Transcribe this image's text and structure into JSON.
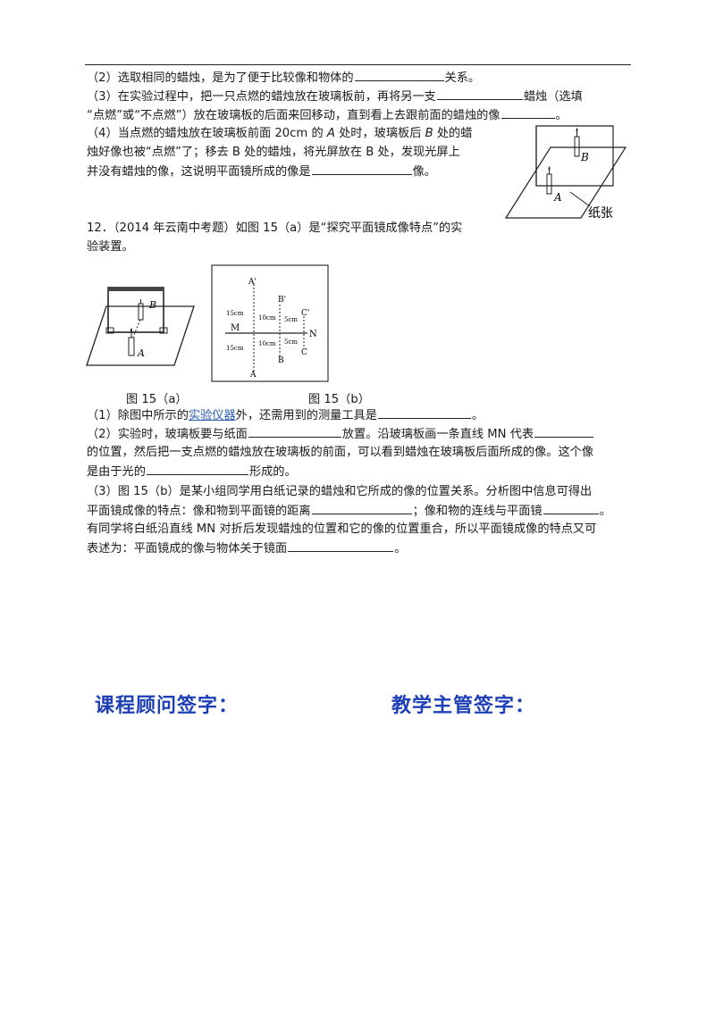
{
  "q11": {
    "p2": {
      "a": "（2）选取相同的蜡烛，是为了便于比较像和物体的",
      "b": "关系。"
    },
    "p3": {
      "a": "（3）在实验过程中，把一只点燃的蜡烛放在玻璃板前，再将另一支",
      "b": "蜡烛（选填",
      "c": "“点燃”或“不点燃”）放在玻璃板的后面来回移动，直到看上去跟前面的蜡烛的像",
      "d": "。"
    },
    "p4": {
      "a": "（4）当点燃的蜡烛放在玻璃板前面 20cm 的 ",
      "b": "A",
      "c": " 处时，玻璃板后 ",
      "d": "B",
      "e": " 处的蜡",
      "f": "烛好像也被“点燃”了；移去 B 处的蜡烛，将光屏放在 B 处，发现光屏上",
      "g": "并没有蜡烛的像，这说明平面镜所成的像是",
      "h": "像。"
    },
    "figure": {
      "label_a": "A",
      "label_b": "B",
      "paper_label": "纸张"
    }
  },
  "q12": {
    "intro_1": "12．（2014 年云南中考题）如图 15（a）是“探究平面镜成像特点”的实",
    "intro_2": "验装置。",
    "fig_a": {
      "label_a": "A",
      "label_b": "B",
      "caption": "图 15（a）"
    },
    "fig_b": {
      "caption": "图 15（b）",
      "A_top": "A'",
      "A_bot": "A",
      "B_top": "B'",
      "B_bot": "B",
      "C_top": "C'",
      "C_bot": "C",
      "M": "M",
      "N": "N",
      "d15_top": "15cm",
      "d15_bot": "15cm",
      "d10_top": "10cm",
      "d10_bot": "10cm",
      "d5_top": "5cm",
      "d5_bot": "5cm"
    },
    "p1": {
      "a": "（1）除图中所示的",
      "link": "实验仪器",
      "b": "外，还需用到的测量工具是",
      "c": "。"
    },
    "p2": {
      "a": "（2）实验时，玻璃板要与纸面",
      "b": "放置。沿玻璃板画一条直线 MN 代表",
      "c": "的位置，然后把一支点燃的蜡烛放在玻璃板的前面，可以看到蜡烛在玻璃板后面所成的像。这个像",
      "d": "是由于光的",
      "e": "形成的。"
    },
    "p3": {
      "a": "（3）图 15（b）是某小组同学用白纸记录的蜡烛和它所成的像的位置关系。分析图中信息可得出",
      "b": "平面镜成像的特点：像和物到平面镜的距离",
      "c": "；像和物的连线与平面镜",
      "d": "。",
      "e": "有同学将白纸沿直线 MN 对折后发现蜡烛的位置和它的像的位置重合，所以平面镜成像的特点又可",
      "f": "表述为：平面镜成的像与物体关于镜面",
      "g": "。"
    }
  },
  "signatures": {
    "left": "课程顾问签字：",
    "right": "教学主管签字："
  }
}
